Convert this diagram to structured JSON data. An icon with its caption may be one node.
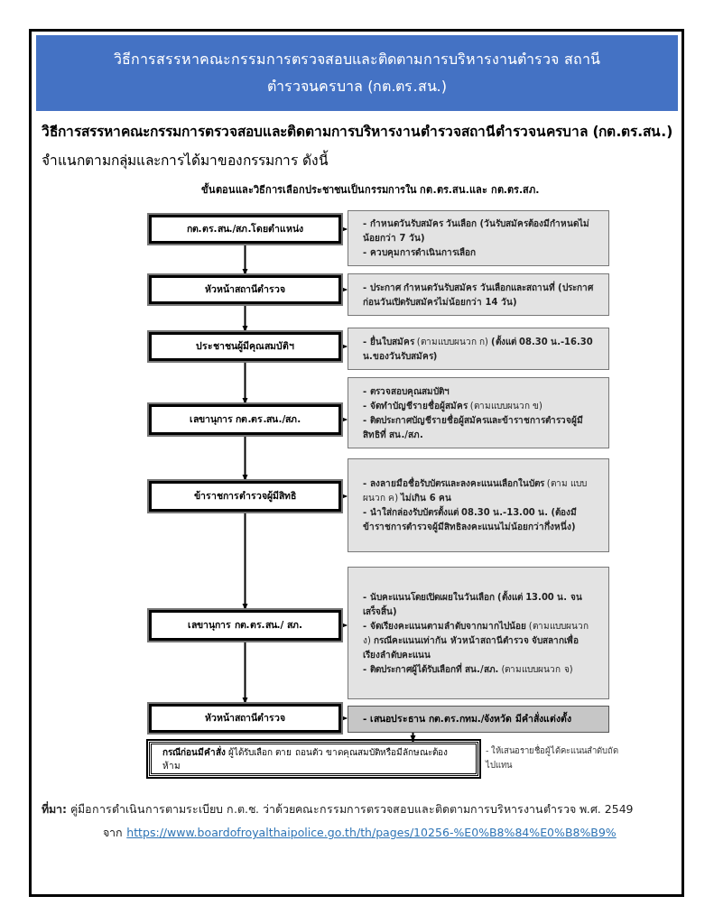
{
  "diagram": {
    "title": "วิธีการสรรหาคณะกรรมการตรวจสอบและติดตามการบริหารงานตำรวจ สถานีตำรวจนครบาล (กต.ตร.สน.)",
    "nodes": [
      {
        "text": [
          "กต.ตร.สน./สภ.โดยตำแหน่ง"
        ]
      },
      {
        "text": [
          "หัวหน้าสถานีตำรวจ"
        ]
      },
      {
        "text": [
          "ประชาชนผู้มีคุณสมบัติฯ"
        ]
      },
      {
        "text": [
          "เลขานุการ กต.ตร.สน./สภ."
        ]
      },
      {
        "text": [
          "ข้าราชการตำรวจผู้มีสิทธิ"
        ]
      },
      {
        "text": [
          "เลขานุการ กต.ตร.สน./ สภ."
        ]
      },
      {
        "text": [
          "หัวหน้าสถานีตำรวจ"
        ]
      },
      {
        "text": [
          "**- กำหนดวันรับสมัคร วันเลือก (วันรับสมัครต้องมีกำหนดไม่น้อยกว่า 7 วัน)**",
          "**- ควบคุมการดำเนินการเลือก**"
        ]
      },
      {
        "text": [
          "**- ประกาศ กำหนดวันรับสมัคร วันเลือกและสถานที่ (ประกาศก่อนวันเปิดรับสมัครไม่น้อยกว่า 14 วัน)**"
        ]
      },
      {
        "text": [
          "**- ยื่นใบสมัคร** (ตามแบบผนวก ก) **(ตั้งแต่ 08.30 น.-16.30 น.ของวันรับสมัคร)**"
        ]
      },
      {
        "text": [
          "**- ตรวจสอบคุณสมบัติฯ**",
          "**- จัดทำบัญชีรายชื่อผู้สมัคร** (ตามแบบผนวก ข)",
          "**- ติดประกาศบัญชีรายชื่อผู้สมัครและข้าราชการตำรวจผู้มีสิทธิที่ สน./สภ.**"
        ]
      },
      {
        "text": [
          "**- ลงลายมือชื่อรับบัตรและลงคะแนนเลือกในบัตร** (ตาม แบบผนวก ค) **ไม่เกิน 6 คน**",
          "**- นำใส่กล่องรับบัตรตั้งแต่ 08.30 น.-13.00 น. (ต้องมีข้าราชการตำรวจผู้มีสิทธิลงคะแนนไม่น้อยกว่ากึ่งหนึ่ง)**"
        ]
      },
      {
        "text": [
          "**- นับคะแนนโดยเปิดเผยในวันเลือก (ตั้งแต่ 13.00 น. จนเสร็จสิ้น)**",
          "**- จัดเรียงคะแนนตามลำดับจากมากไปน้อย** (ตามแบบผนวก ง) **กรณีคะแนนเท่ากัน หัวหน้าสถานีตำรวจ จับสลากเพื่อเรียงลำดับคะแนน**",
          "**- ติดประกาศผู้ได้รับเลือกที่ สน./สภ.** (ตามแบบผนวก จ)"
        ]
      },
      {
        "text": [
          "- เสนอประธาน กต.ตร.กทม./จังหวัด มีคำสั่งแต่งตั้ง"
        ]
      },
      {
        "text": [
          "**กรณีก่อนมีคำสั่ง** ผู้ได้รับเลือก ตาย ถอนตัว ขาดคุณสมบัติหรือมีลักษณะต้องห้าม"
        ],
        "beside": [
          "- ให้เสนอรายชื่อผู้ได้คะแนนลำดับถัดไปแทน"
        ]
      }
    ],
    "edges": [
      {
        "from": 0,
        "to": 1,
        "arrow": "to"
      },
      {
        "from": 1,
        "to": 2,
        "arrow": "to"
      },
      {
        "from": 2,
        "to": 3,
        "arrow": "to"
      },
      {
        "from": 3,
        "to": 4,
        "arrow": "to"
      },
      {
        "from": 4,
        "to": 5,
        "arrow": "to"
      },
      {
        "from": 5,
        "to": 6,
        "arrow": "to"
      },
      {
        "from": 0,
        "to": 7,
        "arrow": "to",
        "style": "dashed"
      },
      {
        "from": 1,
        "to": 8,
        "arrow": "to",
        "style": "dashed"
      },
      {
        "from": 2,
        "to": 9,
        "arrow": "to",
        "style": "dashed"
      },
      {
        "from": 3,
        "to": 10,
        "arrow": "to",
        "style": "dashed"
      },
      {
        "from": 4,
        "to": 11,
        "arrow": "to",
        "style": "dashed"
      },
      {
        "from": 5,
        "to": 12,
        "arrow": "to",
        "style": "dashed"
      },
      {
        "from": 6,
        "to": 13,
        "arrow": "to",
        "style": "dashed"
      },
      {
        "from": 13,
        "to": 14,
        "arrow": "to"
      }
    ],
    "labels": [
      "**วิธีการสรรหาคณะกรรมการตรวจสอบและติดตามการบริหารงานตำรวจสถานีตำรวจนครบาล (กต.ตร.สน.)** จำแนกตามกลุ่มและการได้มาของกรรมการ ดังนี้",
      "ขั้นตอนและวิธีการเลือกประชาชนเป็นกรรมการใน กต.ตร.สน.และ กต.ตร.สภ.",
      "**ที่มา:** คู่มือการดำเนินการตามระเบียบ ก.ต.ช. ว่าด้วยคณะกรรมการตรวจสอบและติดตามการบริหารงานตำรวจ พ.ศ. 2549",
      "จาก",
      "https://www.boardofroyalthaipolice.go.th/th/pages/10256-%E0%B8%84%E0%B8%B9%"
    ]
  }
}
